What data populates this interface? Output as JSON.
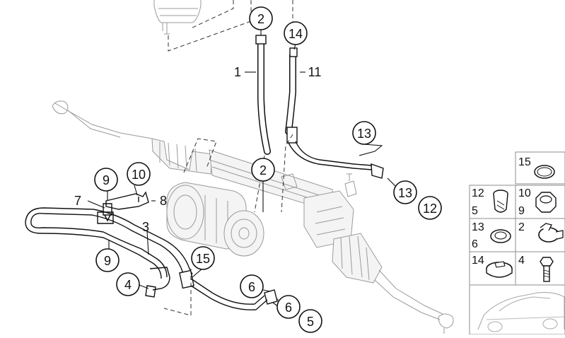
{
  "diagram": {
    "callouts": [
      {
        "id": "c-2-top",
        "number": "2"
      },
      {
        "id": "c-14-top",
        "number": "14"
      },
      {
        "id": "c-2-mid",
        "number": "2"
      },
      {
        "id": "c-13-upper",
        "number": "13"
      },
      {
        "id": "c-13-lower",
        "number": "13"
      },
      {
        "id": "c-12",
        "number": "12"
      },
      {
        "id": "c-9-upper",
        "number": "9"
      },
      {
        "id": "c-10",
        "number": "10"
      },
      {
        "id": "c-9-lower",
        "number": "9"
      },
      {
        "id": "c-15",
        "number": "15"
      },
      {
        "id": "c-4",
        "number": "4"
      },
      {
        "id": "c-6-upper",
        "number": "6"
      },
      {
        "id": "c-6-lower",
        "number": "6"
      },
      {
        "id": "c-5",
        "number": "5"
      }
    ],
    "plain_labels": [
      {
        "id": "l-1",
        "number": "1"
      },
      {
        "id": "l-11",
        "number": "11"
      },
      {
        "id": "l-7",
        "number": "7"
      },
      {
        "id": "l-8",
        "number": "8"
      },
      {
        "id": "l-3",
        "number": "3"
      }
    ],
    "legend_panel": {
      "cells": [
        {
          "id": "cell-15",
          "labels": [
            "15"
          ],
          "icon": "o-ring-icon"
        },
        {
          "id": "cell-12-5",
          "labels": [
            "12",
            "5"
          ],
          "icon": "banjo-bolt-icon"
        },
        {
          "id": "cell-10-9",
          "labels": [
            "10",
            "9"
          ],
          "icon": "hex-nut-icon"
        },
        {
          "id": "cell-13-6",
          "labels": [
            "13",
            "6"
          ],
          "icon": "sealing-ring-icon"
        },
        {
          "id": "cell-2",
          "labels": [
            "2"
          ],
          "icon": "hose-clamp-icon"
        },
        {
          "id": "cell-14",
          "labels": [
            "14"
          ],
          "icon": "band-clamp-icon"
        },
        {
          "id": "cell-4",
          "labels": [
            "4"
          ],
          "icon": "bolt-icon"
        },
        {
          "id": "cell-car",
          "labels": [],
          "icon": "car-silhouette-icon"
        }
      ]
    }
  }
}
